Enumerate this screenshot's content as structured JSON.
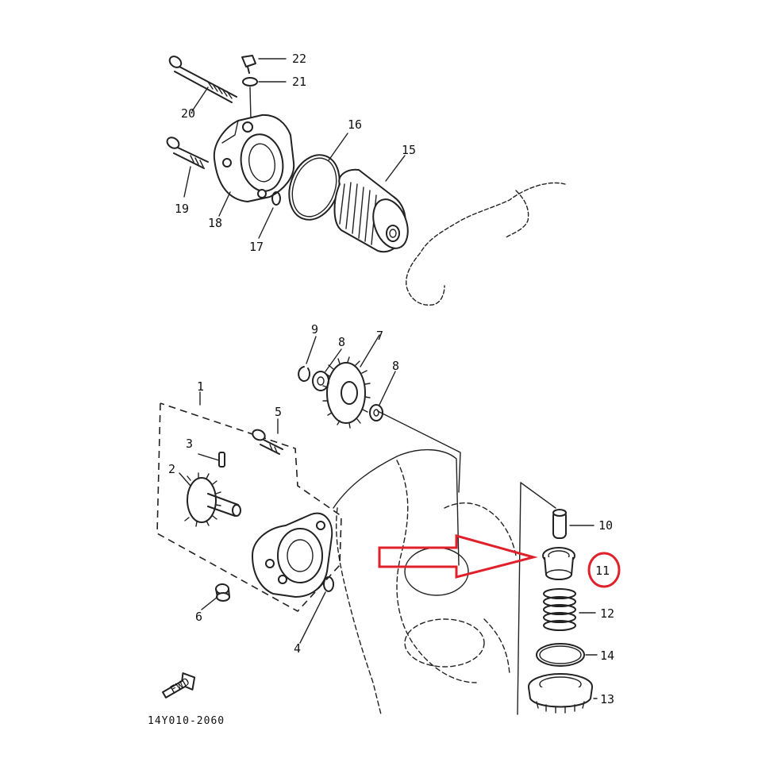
{
  "diagram": {
    "drawing_code": "14Y010-2060",
    "direction_badge": "FWD",
    "parts": {
      "p1": "1",
      "p2": "2",
      "p3": "3",
      "p4": "4",
      "p5": "5",
      "p6": "6",
      "p7": "7",
      "p8a": "8",
      "p8b": "8",
      "p9": "9",
      "p10": "10",
      "p11": "11",
      "p12": "12",
      "p13": "13",
      "p14": "14",
      "p15": "15",
      "p16": "16",
      "p17": "17",
      "p18": "18",
      "p19": "19",
      "p20": "20",
      "p21": "21",
      "p22": "22"
    },
    "highlight": {
      "part": "11",
      "color": "#e0202a"
    }
  }
}
